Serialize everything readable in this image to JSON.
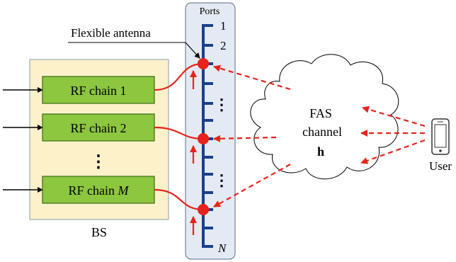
{
  "labels": {
    "ports": "Ports",
    "flexible_antenna": "Flexible antenna",
    "bs": "BS",
    "user": "User",
    "port_first": "1",
    "port_second": "2",
    "port_last": "N",
    "dots": "⋮"
  },
  "rf_chains": [
    {
      "text": "RF chain 1",
      "suffix": ""
    },
    {
      "text": "RF chain 2",
      "suffix": ""
    },
    {
      "text": "RF chain ",
      "suffix": "M"
    }
  ],
  "channel": {
    "line1": "FAS",
    "line2": "channel",
    "line3": "h"
  },
  "colors": {
    "bs_fill": "#fdf1c9",
    "bs_stroke": "#8a9bb0",
    "rf_fill": "#8dc63f",
    "rf_stroke": "#3d6b14",
    "ports_fill": "#e3eaf3",
    "ports_stroke": "#5a6e88",
    "rail": "#1a3f8f",
    "red": "#e8221c",
    "black": "#000000"
  },
  "icons": {
    "user_device": "smartphone-icon",
    "cloud": "cloud-icon"
  }
}
